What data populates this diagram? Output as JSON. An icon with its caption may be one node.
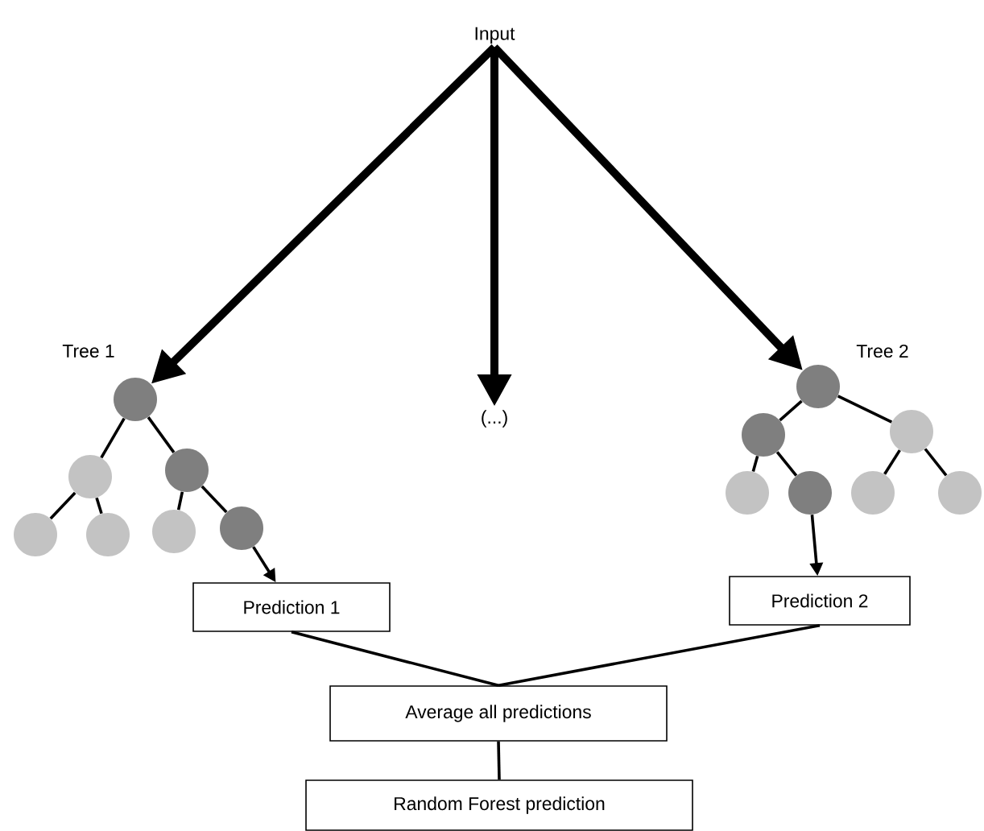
{
  "diagram": {
    "nodes": [
      {
        "text": [
          "Input"
        ]
      },
      {
        "text": [],
        "shape": "circle",
        "beside": [
          "Tree 1"
        ]
      },
      {
        "text": [],
        "shape": "circle"
      },
      {
        "text": [],
        "shape": "circle"
      },
      {
        "text": [],
        "shape": "circle"
      },
      {
        "text": [],
        "shape": "circle"
      },
      {
        "text": [],
        "shape": "circle"
      },
      {
        "text": [],
        "shape": "circle"
      },
      {
        "text": [
          "(...)"
        ]
      },
      {
        "text": [],
        "shape": "circle",
        "beside": [
          "Tree 2"
        ]
      },
      {
        "text": [],
        "shape": "circle"
      },
      {
        "text": [],
        "shape": "circle"
      },
      {
        "text": [],
        "shape": "circle"
      },
      {
        "text": [],
        "shape": "circle"
      },
      {
        "text": [],
        "shape": "circle"
      },
      {
        "text": [],
        "shape": "circle"
      },
      {
        "text": [
          "Prediction 1"
        ]
      },
      {
        "text": [
          "Prediction 2"
        ]
      },
      {
        "text": [
          "Average all predictions"
        ]
      },
      {
        "text": [
          "Random Forest prediction"
        ]
      }
    ],
    "edges": [
      {
        "from": 0,
        "to": 1,
        "arrow": "to",
        "style": "thick"
      },
      {
        "from": 0,
        "to": 8,
        "arrow": "to",
        "style": "thick"
      },
      {
        "from": 0,
        "to": 9,
        "arrow": "to",
        "style": "thick"
      },
      {
        "from": 1,
        "to": 2,
        "arrow": "none"
      },
      {
        "from": 1,
        "to": 3,
        "arrow": "none"
      },
      {
        "from": 2,
        "to": 4,
        "arrow": "none"
      },
      {
        "from": 2,
        "to": 5,
        "arrow": "none"
      },
      {
        "from": 3,
        "to": 6,
        "arrow": "none"
      },
      {
        "from": 3,
        "to": 7,
        "arrow": "none"
      },
      {
        "from": 7,
        "to": 16,
        "arrow": "to"
      },
      {
        "from": 9,
        "to": 10,
        "arrow": "none"
      },
      {
        "from": 9,
        "to": 11,
        "arrow": "none"
      },
      {
        "from": 10,
        "to": 12,
        "arrow": "none"
      },
      {
        "from": 10,
        "to": 13,
        "arrow": "none"
      },
      {
        "from": 11,
        "to": 14,
        "arrow": "none"
      },
      {
        "from": 11,
        "to": 15,
        "arrow": "none"
      },
      {
        "from": 13,
        "to": 17,
        "arrow": "to"
      },
      {
        "from": 16,
        "to": 18,
        "arrow": "none"
      },
      {
        "from": 17,
        "to": 18,
        "arrow": "none"
      },
      {
        "from": 18,
        "to": 19,
        "arrow": "none"
      }
    ]
  }
}
